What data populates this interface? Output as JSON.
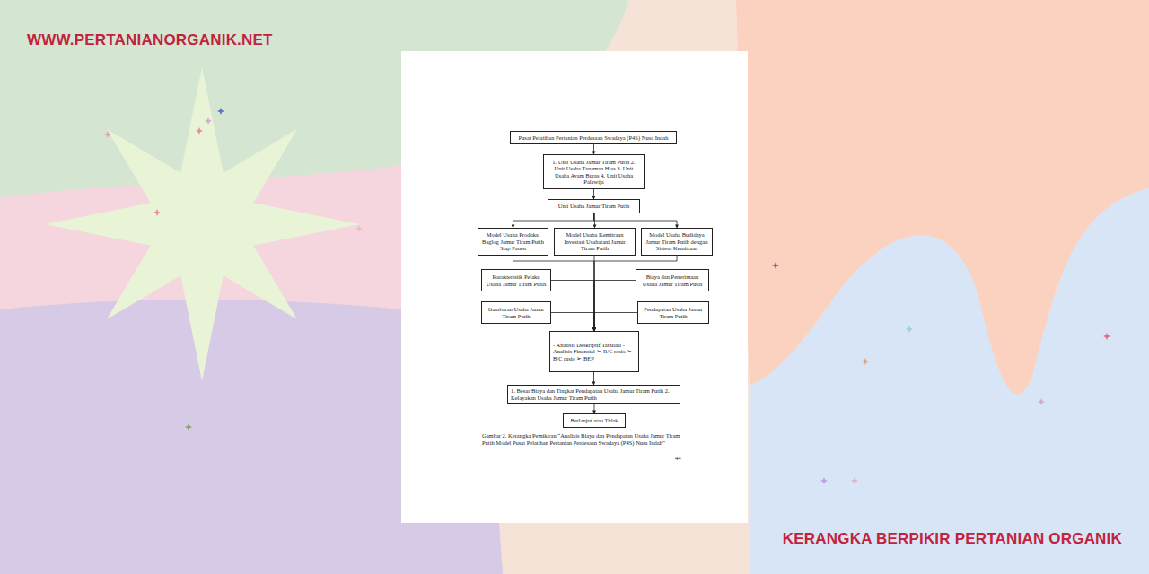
{
  "diagram": {
    "caption": "Gambar 2. Kerangka Pemikiran “Analisis Biaya dan Pendapatan Usaha Jamur Tiram Putih Model Pusat Pelatihan Pertanian Perdesaan Swadaya (P4S) Nusa Indah”",
    "nodes": [
      {
        "text": [
          "Pusat Pelatihan Pertanian Perdesaan Swadaya (P4S) Nusa Indah"
        ]
      },
      {
        "text": [
          "1. Unit Usaha Jamur Tiram Putih 2. Unit Usaha Tanaman Hias 3. Unit Usaha Ayam Buras 4. Unit Usaha Palawija"
        ]
      },
      {
        "text": [
          "Unit Usaha Jamur Tiram Putih"
        ]
      },
      {
        "text": [
          "Model Usaha Produksi Baglog Jamur Tiram Putih Siap Panen"
        ]
      },
      {
        "text": [
          "Model Usaha Kemitraan Investasi Usahatani Jamur Tiram Putih"
        ]
      },
      {
        "text": [
          "Model Usaha Budidaya Jamur Tiram Putih dengan Sistem Kemitraan"
        ]
      },
      {
        "text": [
          "Karakteristik Pelaku Usaha Jamur Tiram Putih"
        ]
      },
      {
        "text": [
          "Biaya dan Penerimaan Usaha Jamur Tiram Putih"
        ]
      },
      {
        "text": [
          "Gambaran Usaha Jamur Tiram Putih"
        ]
      },
      {
        "text": [
          "Pendapatan Usaha Jamur Tiram Putih"
        ]
      },
      {
        "text": [
          "- Analisis Deskriptif Tabulasi - Analisis Finansial ➢ R/C rasio ➢ B/C rasio ➢ BEP"
        ]
      },
      {
        "text": [
          "1. Besar Biaya dan Tingkat Pendapatan Usaha Jamur Tiram Putih 2. Kelayakan Usaha Jamur Tiram Putih"
        ]
      },
      {
        "text": [
          "Berlanjut atau Tidak"
        ]
      }
    ],
    "edges": [
      {
        "from": 0,
        "to": 1,
        "arrow": "to"
      },
      {
        "from": 1,
        "to": 2,
        "arrow": "to"
      },
      {
        "from": 2,
        "to": 3,
        "arrow": "to"
      },
      {
        "from": 2,
        "to": 4,
        "arrow": "to"
      },
      {
        "from": 2,
        "to": 5,
        "arrow": "to"
      },
      {
        "from": 3,
        "to": 10,
        "arrow": "to"
      },
      {
        "from": 4,
        "to": 10,
        "arrow": "to"
      },
      {
        "from": 5,
        "to": 10,
        "arrow": "to"
      },
      {
        "from": 6,
        "to": 10,
        "arrow": "to"
      },
      {
        "from": 7,
        "to": 10,
        "arrow": "to"
      },
      {
        "from": 8,
        "to": 10,
        "arrow": "to"
      },
      {
        "from": 9,
        "to": 10,
        "arrow": "to"
      },
      {
        "from": 10,
        "to": 11,
        "arrow": "to"
      },
      {
        "from": 11,
        "to": 12,
        "arrow": "to"
      }
    ],
    "labels": [
      "WWW.PERTANIANORGANIK.NET",
      "KERANGKA BERPIKIR PERTANIAN ORGANIK",
      "44"
    ]
  }
}
